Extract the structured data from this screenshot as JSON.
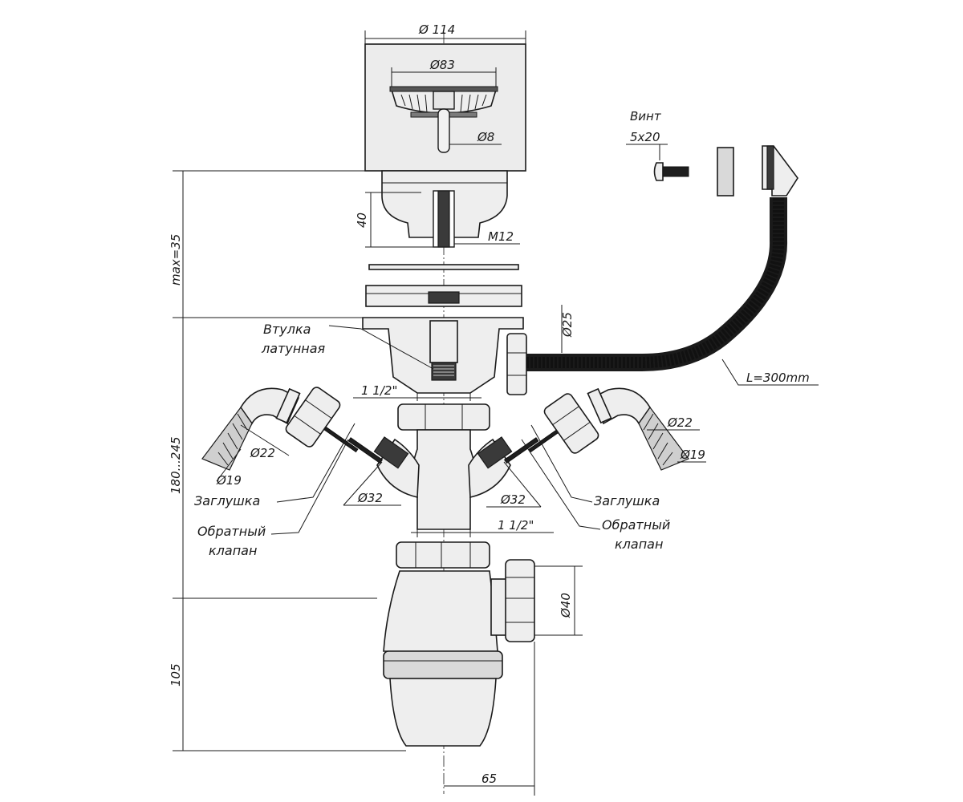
{
  "labels": {
    "d114": "Ø 114",
    "d83": "Ø83",
    "d8": "Ø8",
    "vint_line1": "Винт",
    "vint_line2": "5x20",
    "dim40": "40",
    "m12": "M12",
    "max35": "max=35",
    "d25": "Ø25",
    "vtulka_line1": "Втулка",
    "vtulka_line2": "латунная",
    "l300": "L=300mm",
    "thread_top": "1 1/2\"",
    "d22_left": "Ø22",
    "d22_right": "Ø22",
    "d19_left": "Ø19",
    "d19_right": "Ø19",
    "range180_245": "180...245",
    "zaglushka_left": "Заглушка",
    "zaglushka_right": "Заглушка",
    "obr_left_line1": "Обратный",
    "obr_left_line2": "клапан",
    "obr_right_line1": "Обратный",
    "obr_right_line2": "клапан",
    "d32_left": "Ø32",
    "d32_right": "Ø32",
    "thread_bottom": "1 1/2\"",
    "d40": "Ø40",
    "dim105": "105",
    "dim65": "65"
  }
}
